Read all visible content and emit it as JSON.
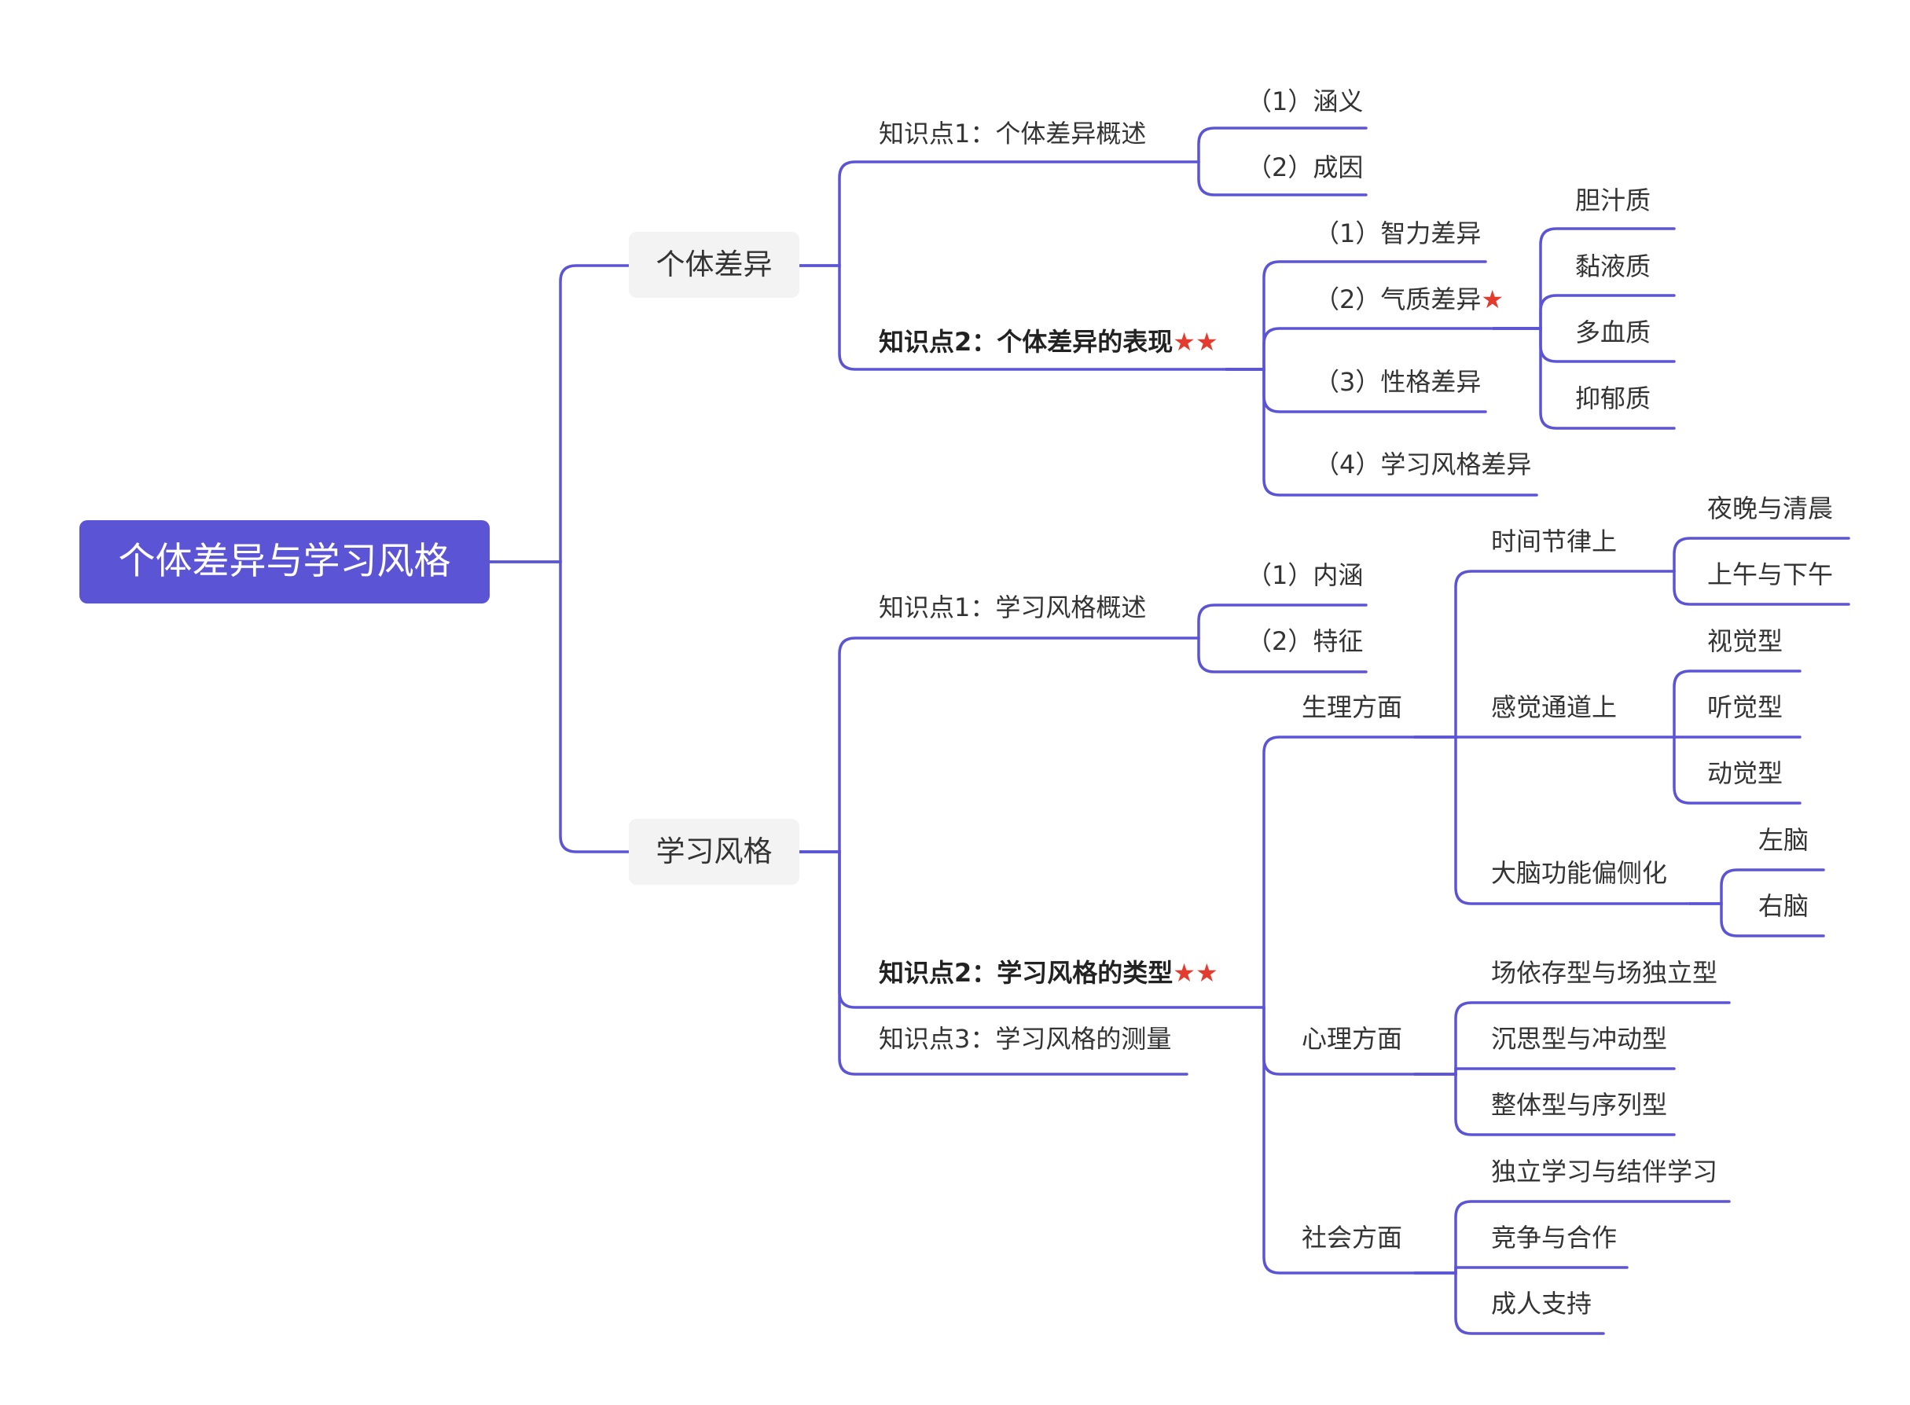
{
  "colors": {
    "root_bg": "#5b55d6",
    "line": "#5b55d6",
    "branch_bg": "#f3f3f3",
    "text": "#333333",
    "star": "#e33b2e"
  },
  "root": "个体差异与学习风格",
  "branches": {
    "individual": {
      "label": "个体差异",
      "kp1": {
        "label": "知识点1：个体差异概述",
        "items": [
          "（1）涵义",
          "（2）成因"
        ]
      },
      "kp2": {
        "label": "知识点2：个体差异的表现",
        "stars": "★★",
        "items": [
          "（1）智力差异",
          "（2）气质差异",
          "（3）性格差异",
          "（4）学习风格差异"
        ],
        "temperament_star": "★",
        "temperaments": [
          "胆汁质",
          "黏液质",
          "多血质",
          "抑郁质"
        ]
      }
    },
    "style": {
      "label": "学习风格",
      "kp1": {
        "label": "知识点1：学习风格概述",
        "items": [
          "（1）内涵",
          "（2）特征"
        ]
      },
      "kp2": {
        "label": "知识点2：学习风格的类型",
        "stars": "★★",
        "physio": {
          "label": "生理方面",
          "time": {
            "label": "时间节律上",
            "items": [
              "夜晚与清晨",
              "上午与下午"
            ]
          },
          "sense": {
            "label": "感觉通道上",
            "items": [
              "视觉型",
              "听觉型",
              "动觉型"
            ]
          },
          "brain": {
            "label": "大脑功能偏侧化",
            "items": [
              "左脑",
              "右脑"
            ]
          }
        },
        "psych": {
          "label": "心理方面",
          "items": [
            "场依存型与场独立型",
            "沉思型与冲动型",
            "整体型与序列型"
          ]
        },
        "social": {
          "label": "社会方面",
          "items": [
            "独立学习与结伴学习",
            "竞争与合作",
            "成人支持"
          ]
        }
      },
      "kp3": {
        "label": "知识点3：学习风格的测量"
      }
    }
  }
}
